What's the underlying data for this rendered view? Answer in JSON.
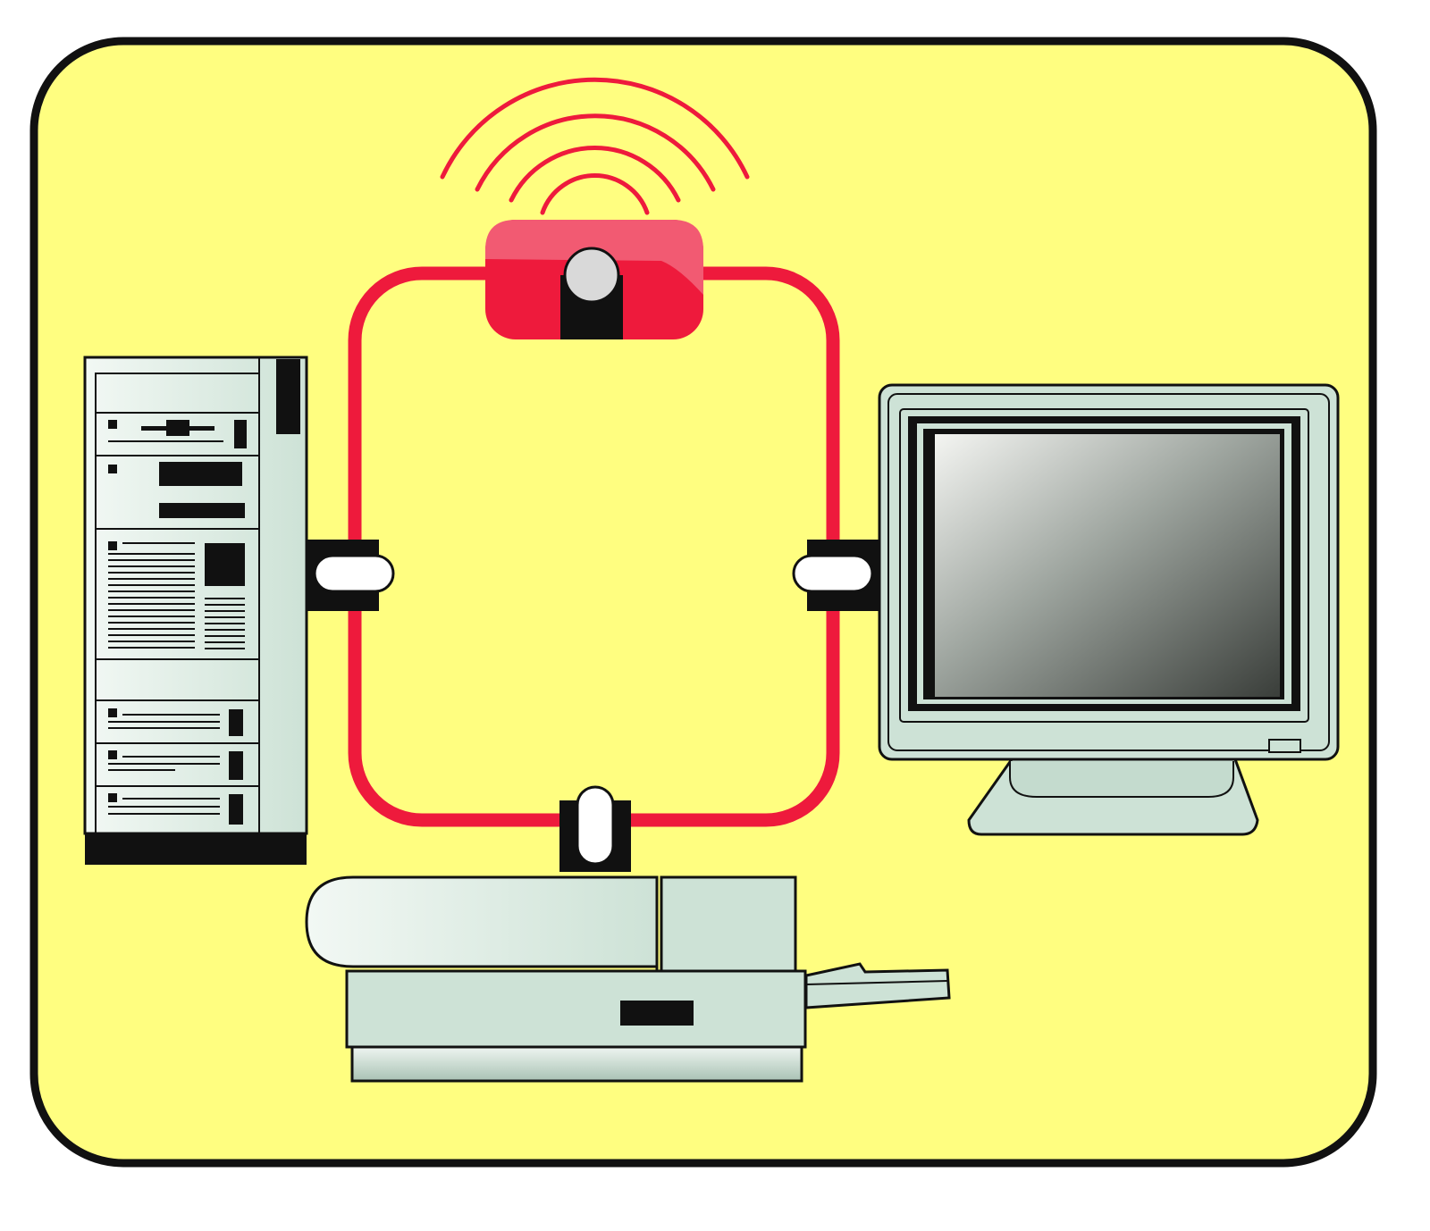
{
  "diagram": {
    "kind": "wireless-network-illustration",
    "colors": {
      "panel_fill": "#fffe80",
      "outline": "#111111",
      "ring": "#ee1a3c",
      "device_body": "#cde2d6",
      "device_highlight": "#f2f8f4",
      "router_top": "#f25a72",
      "connector_fill": "#ffffff",
      "screen_dark": "#3a3e3a",
      "screen_light": "#f4f5f2"
    },
    "nodes": [
      {
        "id": "tower-computer",
        "icon": "tower-computer-icon"
      },
      {
        "id": "wireless-router",
        "icon": "wireless-router-icon"
      },
      {
        "id": "monitor",
        "icon": "monitor-icon"
      },
      {
        "id": "flatbed-scanner",
        "icon": "scanner-icon"
      }
    ],
    "links": [
      {
        "from": "wireless-router",
        "to": "tower-computer"
      },
      {
        "from": "wireless-router",
        "to": "monitor"
      },
      {
        "from": "wireless-router",
        "to": "flatbed-scanner"
      }
    ],
    "signal_waves": 4
  }
}
